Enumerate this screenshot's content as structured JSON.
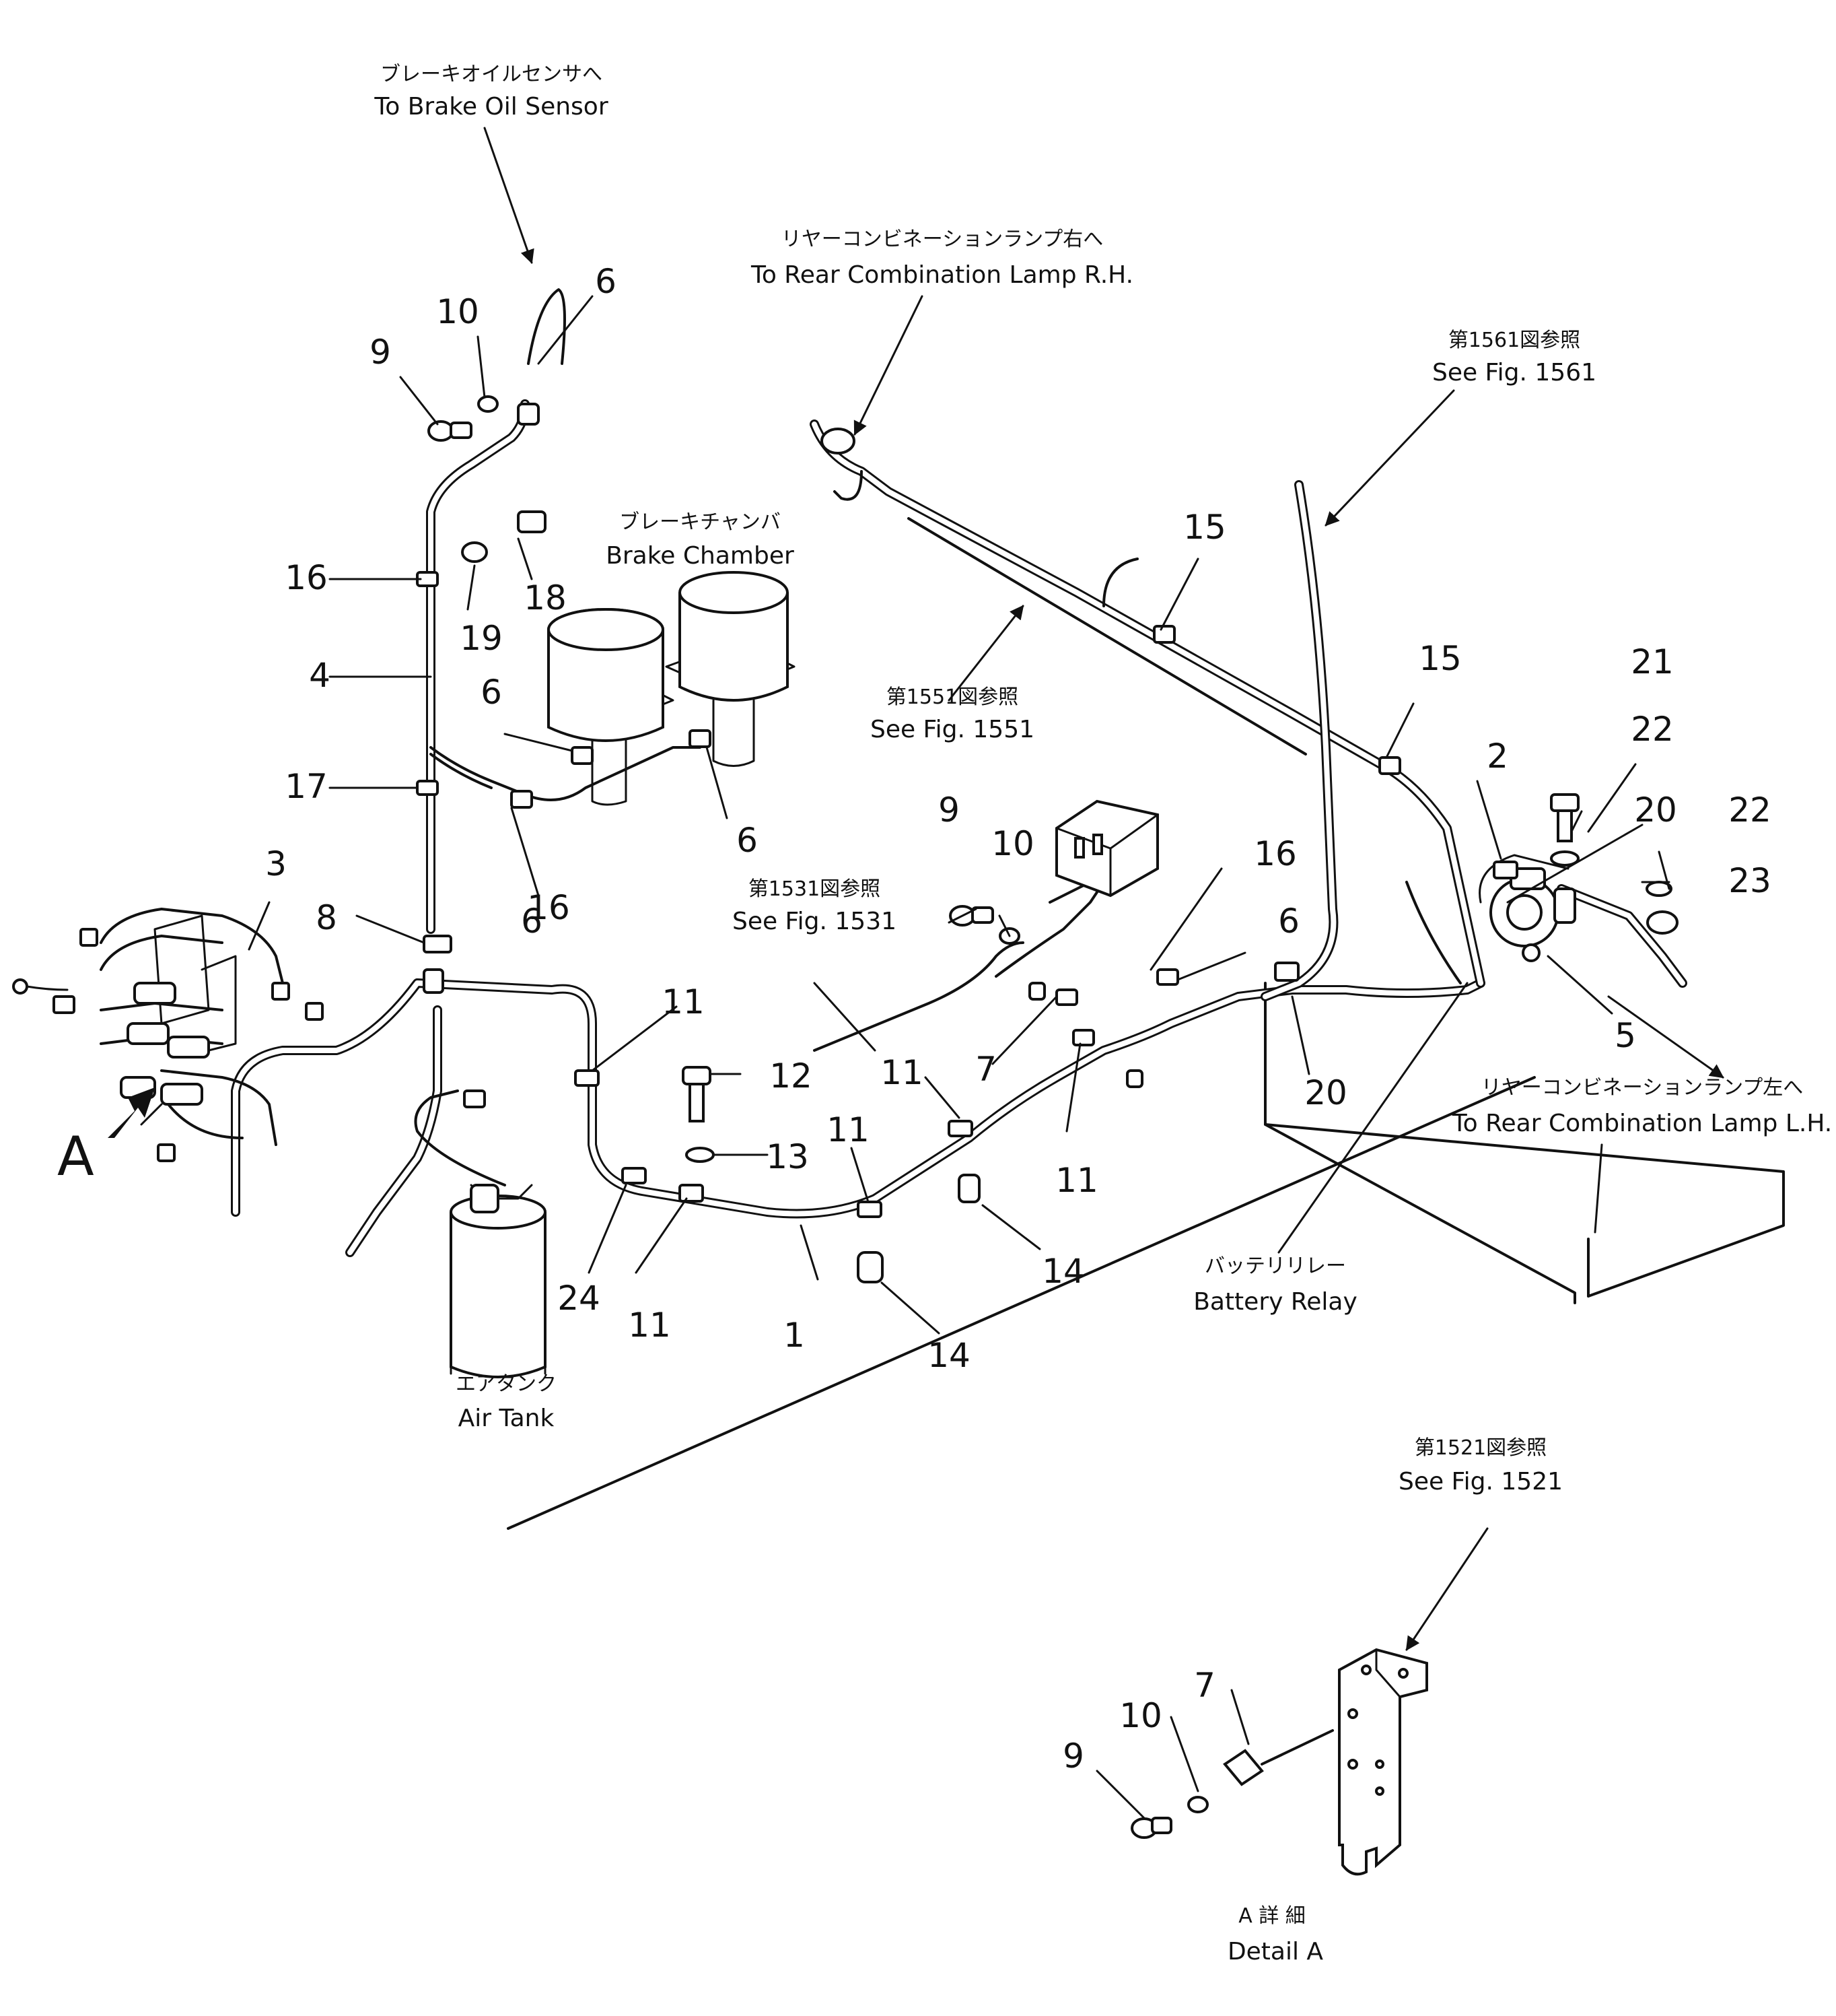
{
  "labels": {
    "brake_oil_sensor_jp": "ブレーキオイルセンサへ",
    "brake_oil_sensor_en": "To Brake Oil Sensor",
    "rear_lamp_rh_jp": "リヤーコンビネーションランプ右へ",
    "rear_lamp_rh_en": "To Rear Combination Lamp R.H.",
    "fig1561_jp": "第1561図参照",
    "fig1561_en": "See Fig. 1561",
    "brake_chamber_jp": "ブレーキチャンバ",
    "brake_chamber_en": "Brake Chamber",
    "fig1551_jp": "第1551図参照",
    "fig1551_en": "See Fig. 1551",
    "fig1531_jp": "第1531図参照",
    "fig1531_en": "See Fig. 1531",
    "rear_lamp_lh_jp": "リヤーコンビネーションランプ左へ",
    "rear_lamp_lh_en": "To Rear Combination Lamp L.H.",
    "battery_relay_jp": "バッテリリレー",
    "battery_relay_en": "Battery Relay",
    "air_tank_jp": "エアタンク",
    "air_tank_en": "Air Tank",
    "fig1521_jp": "第1521図参照",
    "fig1521_en": "See Fig. 1521",
    "detail_a_jp": "A 詳 細",
    "detail_a_en": "Detail A",
    "view_a": "A"
  },
  "callouts": {
    "n1": "1",
    "n2": "2",
    "n3": "3",
    "n4": "4",
    "n5": "5",
    "n6a": "6",
    "n6b": "6",
    "n6c": "6",
    "n6d": "6",
    "n6e": "6",
    "n7a": "7",
    "n7b": "7",
    "n8": "8",
    "n9a": "9",
    "n9b": "9",
    "n9c": "9",
    "n10a": "10",
    "n10b": "10",
    "n10c": "10",
    "n11a": "11",
    "n11b": "11",
    "n11c": "11",
    "n11d": "11",
    "n11e": "11",
    "n12": "12",
    "n13": "13",
    "n14a": "14",
    "n14b": "14",
    "n15a": "15",
    "n15b": "15",
    "n16a": "16",
    "n16b": "16",
    "n16c": "16",
    "n17": "17",
    "n18": "18",
    "n19": "19",
    "n20a": "20",
    "n20b": "20",
    "n21": "21",
    "n22a": "22",
    "n22b": "22",
    "n23": "23",
    "n24": "24"
  }
}
